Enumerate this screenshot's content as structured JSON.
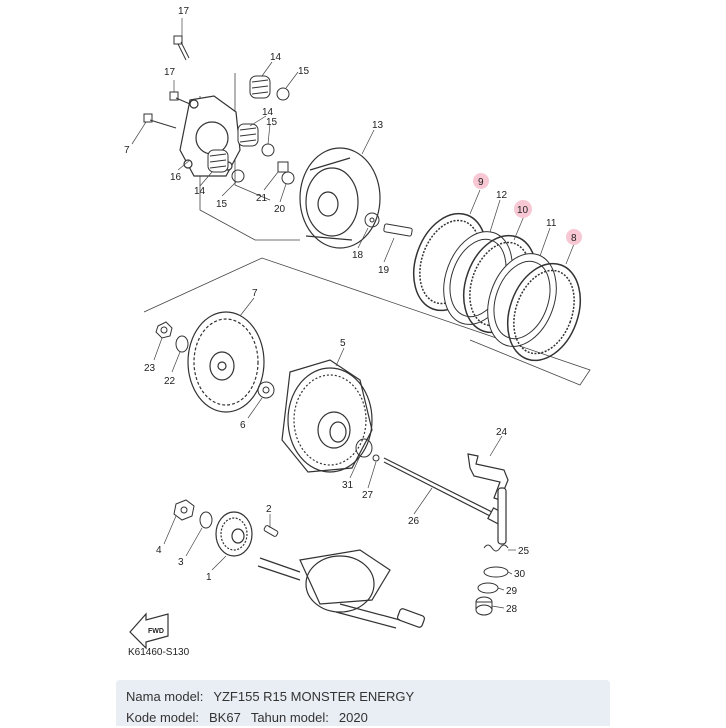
{
  "diagram": {
    "part_numbers": [
      "1",
      "2",
      "3",
      "4",
      "5",
      "6",
      "7",
      "8",
      "9",
      "10",
      "11",
      "12",
      "13",
      "14",
      "15",
      "16",
      "17",
      "18",
      "19",
      "20",
      "21",
      "22",
      "23",
      "24",
      "25",
      "26",
      "27",
      "28",
      "29",
      "30",
      "31"
    ],
    "highlighted_parts": [
      "8",
      "9",
      "10"
    ],
    "figure_code": "K61460-S130",
    "fwd_label": "FWD",
    "labels": {
      "p17a": "17",
      "p14a": "14",
      "p15a": "15",
      "p17b": "17",
      "p14b": "14",
      "p15b": "15",
      "p13": "13",
      "p7a": "7",
      "p16": "16",
      "p14c": "14",
      "p21": "21",
      "p15c": "15",
      "p20": "20",
      "p9": "9",
      "p12": "12",
      "p10": "10",
      "p11": "11",
      "p8": "8",
      "p18": "18",
      "p19": "19",
      "p7b": "7",
      "p23": "23",
      "p22": "22",
      "p5": "5",
      "p6": "6",
      "p24": "24",
      "p31": "31",
      "p27": "27",
      "p26": "26",
      "p2": "2",
      "p4": "4",
      "p3": "3",
      "p1": "1",
      "p25": "25",
      "p30": "30",
      "p29": "29",
      "p28": "28"
    }
  },
  "info": {
    "model_label": "Nama model:",
    "model_value": "YZF155 R15 MONSTER ENERGY",
    "code_label": "Kode model:",
    "code_value": "BK67",
    "year_label": "Tahun model:",
    "year_value": "2020"
  }
}
